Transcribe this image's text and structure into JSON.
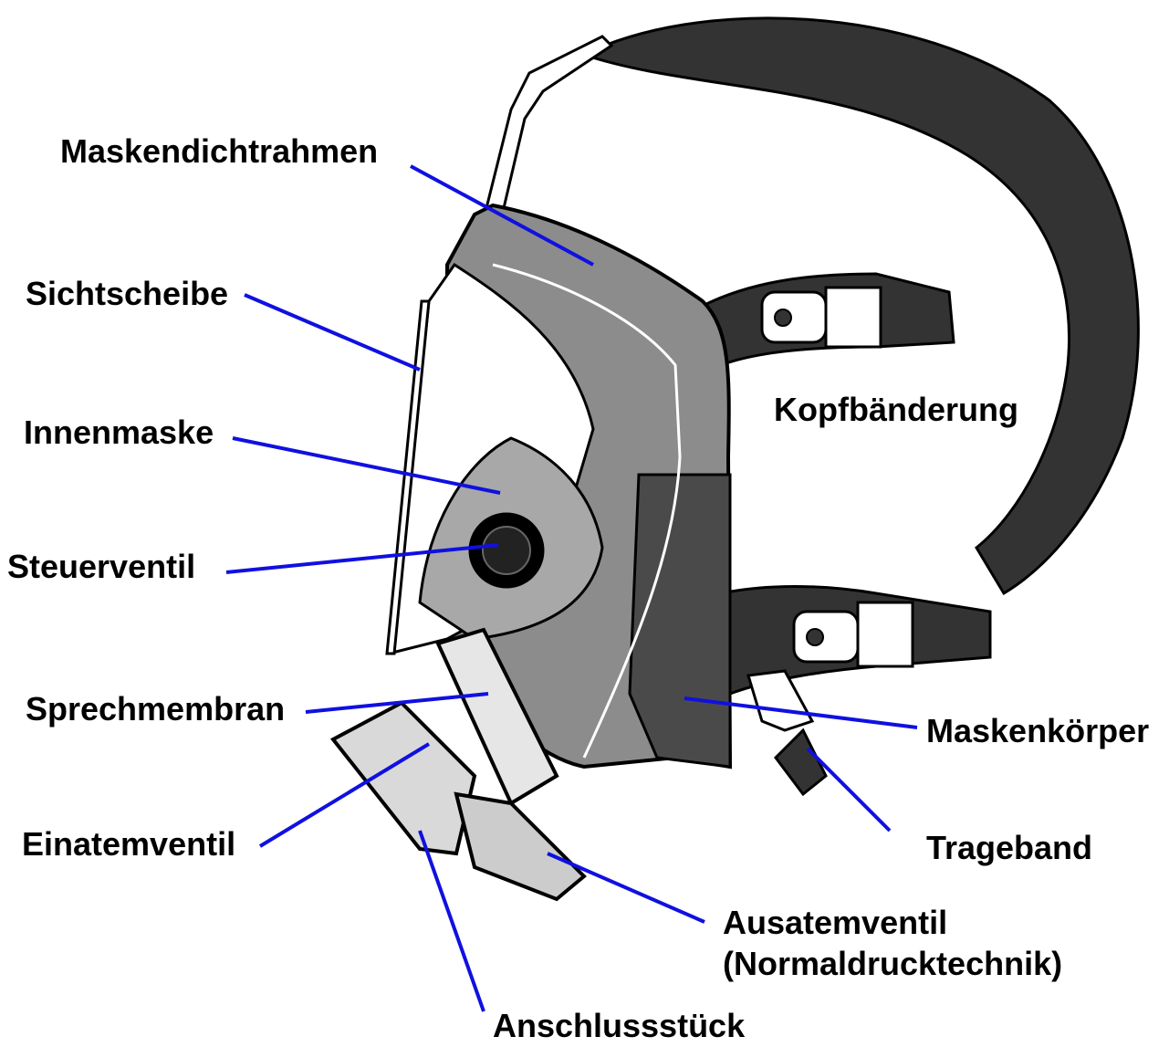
{
  "diagram": {
    "labels": {
      "maskendichtrahmen": "Maskendichtrahmen",
      "sichtscheibe": "Sichtscheibe",
      "innenmaske": "Innenmaske",
      "steuerventil": "Steuerventil",
      "sprechmembran": "Sprechmembran",
      "einatemventil": "Einatemventil",
      "anschlussstueck": "Anschlussstück",
      "ausatemventil_line1": "Ausatemventil",
      "ausatemventil_line2": "(Normaldrucktechnik)",
      "kopfbaenderung": "Kopfbänderung",
      "maskenkoerper": "Maskenkörper",
      "trageband": "Trageband"
    },
    "colors": {
      "leader_line": "#1010e0",
      "mask_gray": "#8c8c8c",
      "strap_dark": "#333333",
      "outline": "#000000",
      "visor": "#ffffff",
      "inner_light": "#d9d9d9"
    }
  }
}
